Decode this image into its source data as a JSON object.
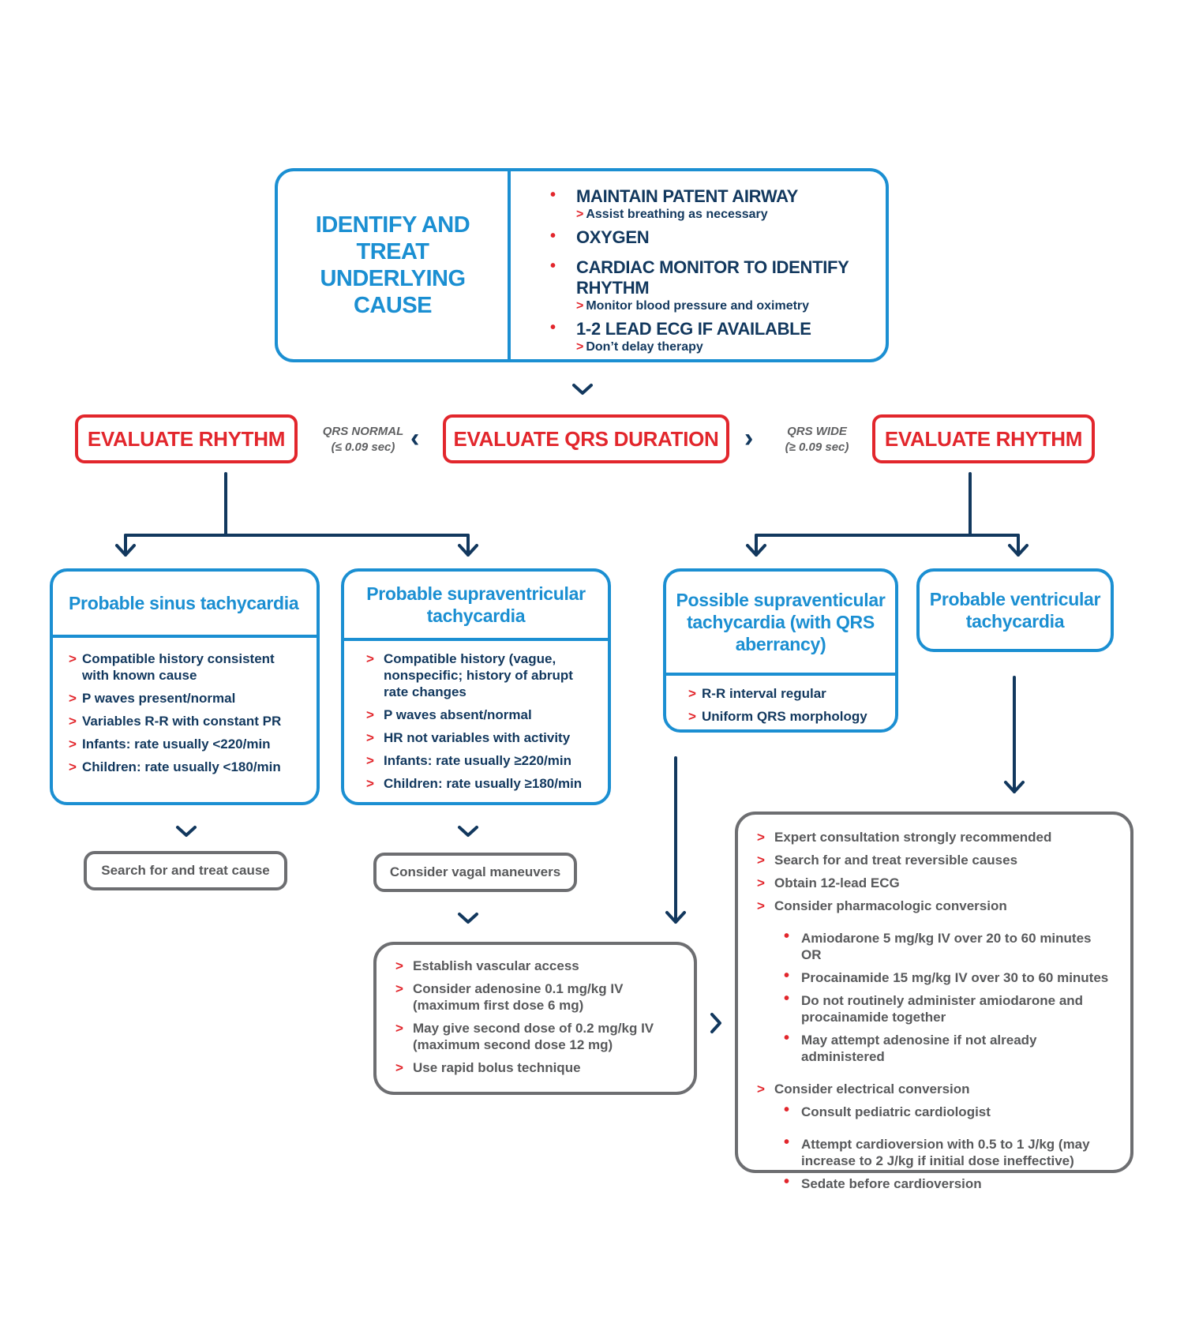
{
  "top": {
    "title": "IDENTIFY AND TREAT UNDERLYING CAUSE",
    "items": [
      {
        "head": "MAINTAIN PATENT AIRWAY",
        "sub": "Assist breathing as necessary"
      },
      {
        "head": "OXYGEN",
        "sub": ""
      },
      {
        "head": "CARDIAC MONITOR TO IDENTIFY RHYTHM",
        "sub": "Monitor blood pressure and oximetry"
      },
      {
        "head": "1-2 LEAD ECG IF AVAILABLE",
        "sub": "Don’t delay therapy"
      }
    ]
  },
  "row": {
    "left_label": "EVALUATE RHYTHM",
    "center_label": "EVALUATE QRS DURATION",
    "right_label": "EVALUATE RHYTHM",
    "qrs_normal": "QRS NORMAL",
    "qrs_normal_range": "(≤ 0.09 sec)",
    "qrs_wide": "QRS WIDE",
    "qrs_wide_range": "(≥ 0.09 sec)"
  },
  "sinus": {
    "title": "Probable sinus tachycardia",
    "items": [
      "Compatible history consistent with known cause",
      "P waves present/normal",
      "Variables R-R with constant PR",
      "Infants: rate usually <220/min",
      "Children: rate usually <180/min"
    ],
    "action": "Search for and treat cause"
  },
  "svt": {
    "title": "Probable supraventricular tachycardia",
    "items": [
      "Compatible history (vague, nonspecific; history of abrupt rate changes",
      "P waves absent/normal",
      "HR not variables with activity",
      "Infants: rate usually ≥220/min",
      "Children: rate usually ≥180/min"
    ],
    "action": "Consider vagal maneuvers",
    "steps": [
      "Establish vascular access",
      "Consider adenosine 0.1 mg/kg IV (maximum first dose 6 mg)",
      "May give second dose of 0.2 mg/kg IV (maximum second dose 12 mg)",
      "Use rapid bolus technique"
    ]
  },
  "svt_aberrancy": {
    "title": "Possible supraventicular tachycardia (with QRS aberrancy)",
    "items": [
      "R-R interval regular",
      "Uniform QRS morphology"
    ]
  },
  "vt": {
    "title": "Probable ventricular tachycardia"
  },
  "wide_actions": {
    "items_a": [
      "Expert consultation strongly recommended",
      "Search for and treat reversible causes",
      "Obtain 12-lead ECG",
      "Consider pharmacologic conversion"
    ],
    "pharm": [
      "Amiodarone 5 mg/kg IV over 20 to 60 minutes OR",
      "Procainamide 15 mg/kg IV over 30 to 60 minutes",
      "Do not routinely administer amiodarone and procainamide together",
      "May attempt adenosine if not already administered"
    ],
    "electrical_head": "Consider electrical conversion",
    "electrical": [
      "Consult pediatric cardiologist",
      "Attempt cardioversion with 0.5 to 1 J/kg (may increase to 2 J/kg if initial dose ineffective)",
      "Sedate before cardioversion"
    ]
  },
  "glyphs": {
    "chevron_left": "‹",
    "chevron_right": "›",
    "gt": ">",
    "bullet": "•"
  },
  "colors": {
    "blue": "#1b8fd2",
    "navy": "#12385e",
    "red": "#e2262c",
    "grey": "#6d6e71"
  }
}
